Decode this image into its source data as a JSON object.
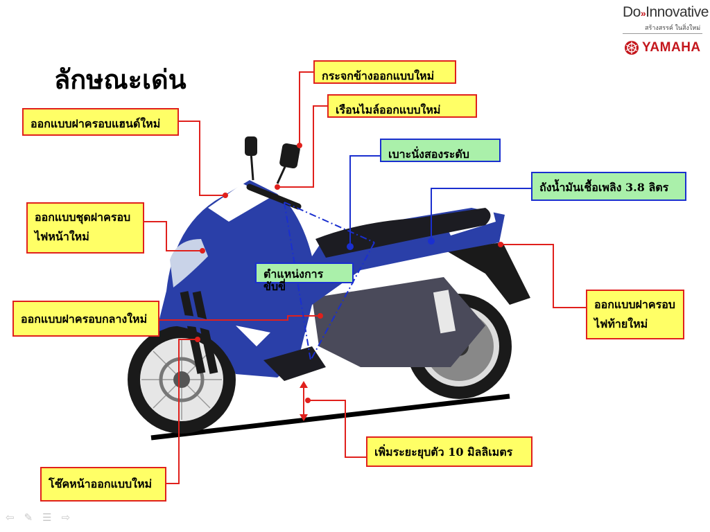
{
  "brand": {
    "do_text": "Do",
    "innovative_text": "Innovative",
    "tagline": "สร้างสรรค์ ในสิ่งใหม่",
    "yamaha_text": "YAMAHA",
    "accent_color": "#c4161c"
  },
  "slide": {
    "title": "ลักษณะเด่น"
  },
  "callouts": {
    "mirror": "กระจกข้างออกแบบใหม่",
    "meter": "เรือนไมล์ออกแบบใหม่",
    "handle_cover": "ออกแบบฝาครอบแฮนด์ใหม่",
    "seat": "เบาะนั่งสองระดับ",
    "fuel_tank": "ถังน้ำมันเชื้อเพลิง 3.8 ลิตร",
    "headlight_line1": "ออกแบบชุดฝาครอบ",
    "headlight_line2": "ไฟหน้าใหม่",
    "riding_position": "ตำแหน่งการขับขี่",
    "center_cover": "ออกแบบฝาครอบกลางใหม่",
    "taillight_line1": "ออกแบบฝาครอบ",
    "taillight_line2": "ไฟท้ายใหม่",
    "ground_clearance": "เพิ่มระยะยุบตัว 10 มิลลิเมตร",
    "front_fork": "โช๊คหน้าออกแบบใหม่"
  },
  "icons": [
    "yamaha-emblem-icon",
    "back-arrow-icon",
    "pen-icon",
    "menu-icon",
    "forward-arrow-icon"
  ]
}
